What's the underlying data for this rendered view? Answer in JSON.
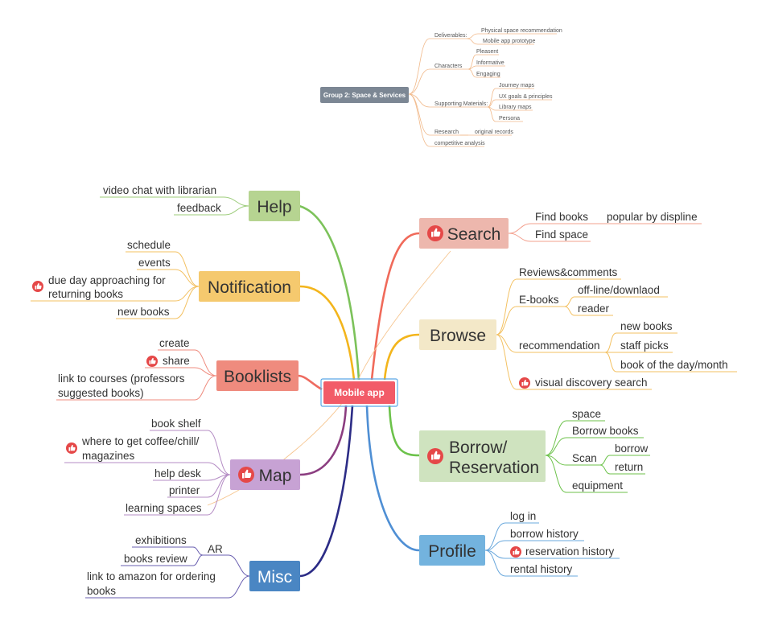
{
  "colors": {
    "root": "#f25b68",
    "help": "#b6d491",
    "notification": "#f5c96e",
    "booklists": "#ef8b7e",
    "map": "#c7a2d4",
    "misc": "#4a86c3",
    "search": "#edb7ad",
    "browse": "#f3e8c8",
    "borrow": "#cfe3bf",
    "profile": "#73b3de",
    "group2": "#7c8794",
    "thumb": "#e54848"
  },
  "icons": {
    "thumb": "thumbs-up-icon"
  },
  "group2": {
    "title": "Group 2: Space & Services",
    "branches": [
      {
        "label": "Deliverables:",
        "children": [
          "Physical space recommendation",
          "Mobile app prototype"
        ]
      },
      {
        "label": "Characters",
        "children": [
          "Pleasent",
          "Informative",
          "Engaging"
        ]
      },
      {
        "label": "Supporting Materials:",
        "children": [
          "Journey maps",
          "UX goals & principles",
          "Library maps",
          "Persona"
        ]
      },
      {
        "label": "Research",
        "children": [
          "original records"
        ]
      },
      {
        "label": "competitive analysis",
        "children": []
      }
    ]
  },
  "root": {
    "label": "Mobile app"
  },
  "topics": {
    "help": {
      "label": "Help",
      "children": [
        "video chat with librarian",
        "feedback"
      ]
    },
    "notification": {
      "label": "Notification",
      "children": [
        "schedule",
        "events",
        "due day approaching for",
        "returning books",
        "new books"
      ]
    },
    "booklists": {
      "label": "Booklists",
      "children": [
        "create",
        "share",
        "link to courses (professors",
        "suggested books)"
      ]
    },
    "map": {
      "label": "Map",
      "children": [
        "book shelf",
        "where to get coffee/chill/",
        "magazines",
        "help desk",
        "printer",
        "learning spaces"
      ]
    },
    "misc": {
      "label": "Misc",
      "ar": "AR",
      "ar_children": [
        "exhibitions",
        "books review"
      ],
      "children": [
        "link to amazon for ordering",
        "books"
      ]
    },
    "search": {
      "label": "Search",
      "children": [
        "Find books",
        "popular by displine",
        "Find space"
      ]
    },
    "browse": {
      "label": "Browse",
      "reviews": "Reviews&comments",
      "ebooks": "E-books",
      "ebooks_children": [
        "off-line/downlaod",
        "reader"
      ],
      "recommendation": "recommendation",
      "recommendation_children": [
        "new books",
        "staff picks",
        "book of the  day/month"
      ],
      "visual": "visual discovery search"
    },
    "borrow": {
      "label_line1": "Borrow/",
      "label_line2": "Reservation",
      "space": "space",
      "borrow_books": "Borrow books",
      "scan": "Scan",
      "scan_children": [
        "borrow",
        "return"
      ],
      "equipment": "equipment"
    },
    "profile": {
      "label": "Profile",
      "children": [
        "log in",
        "borrow history",
        "reservation history",
        "rental history"
      ]
    }
  }
}
